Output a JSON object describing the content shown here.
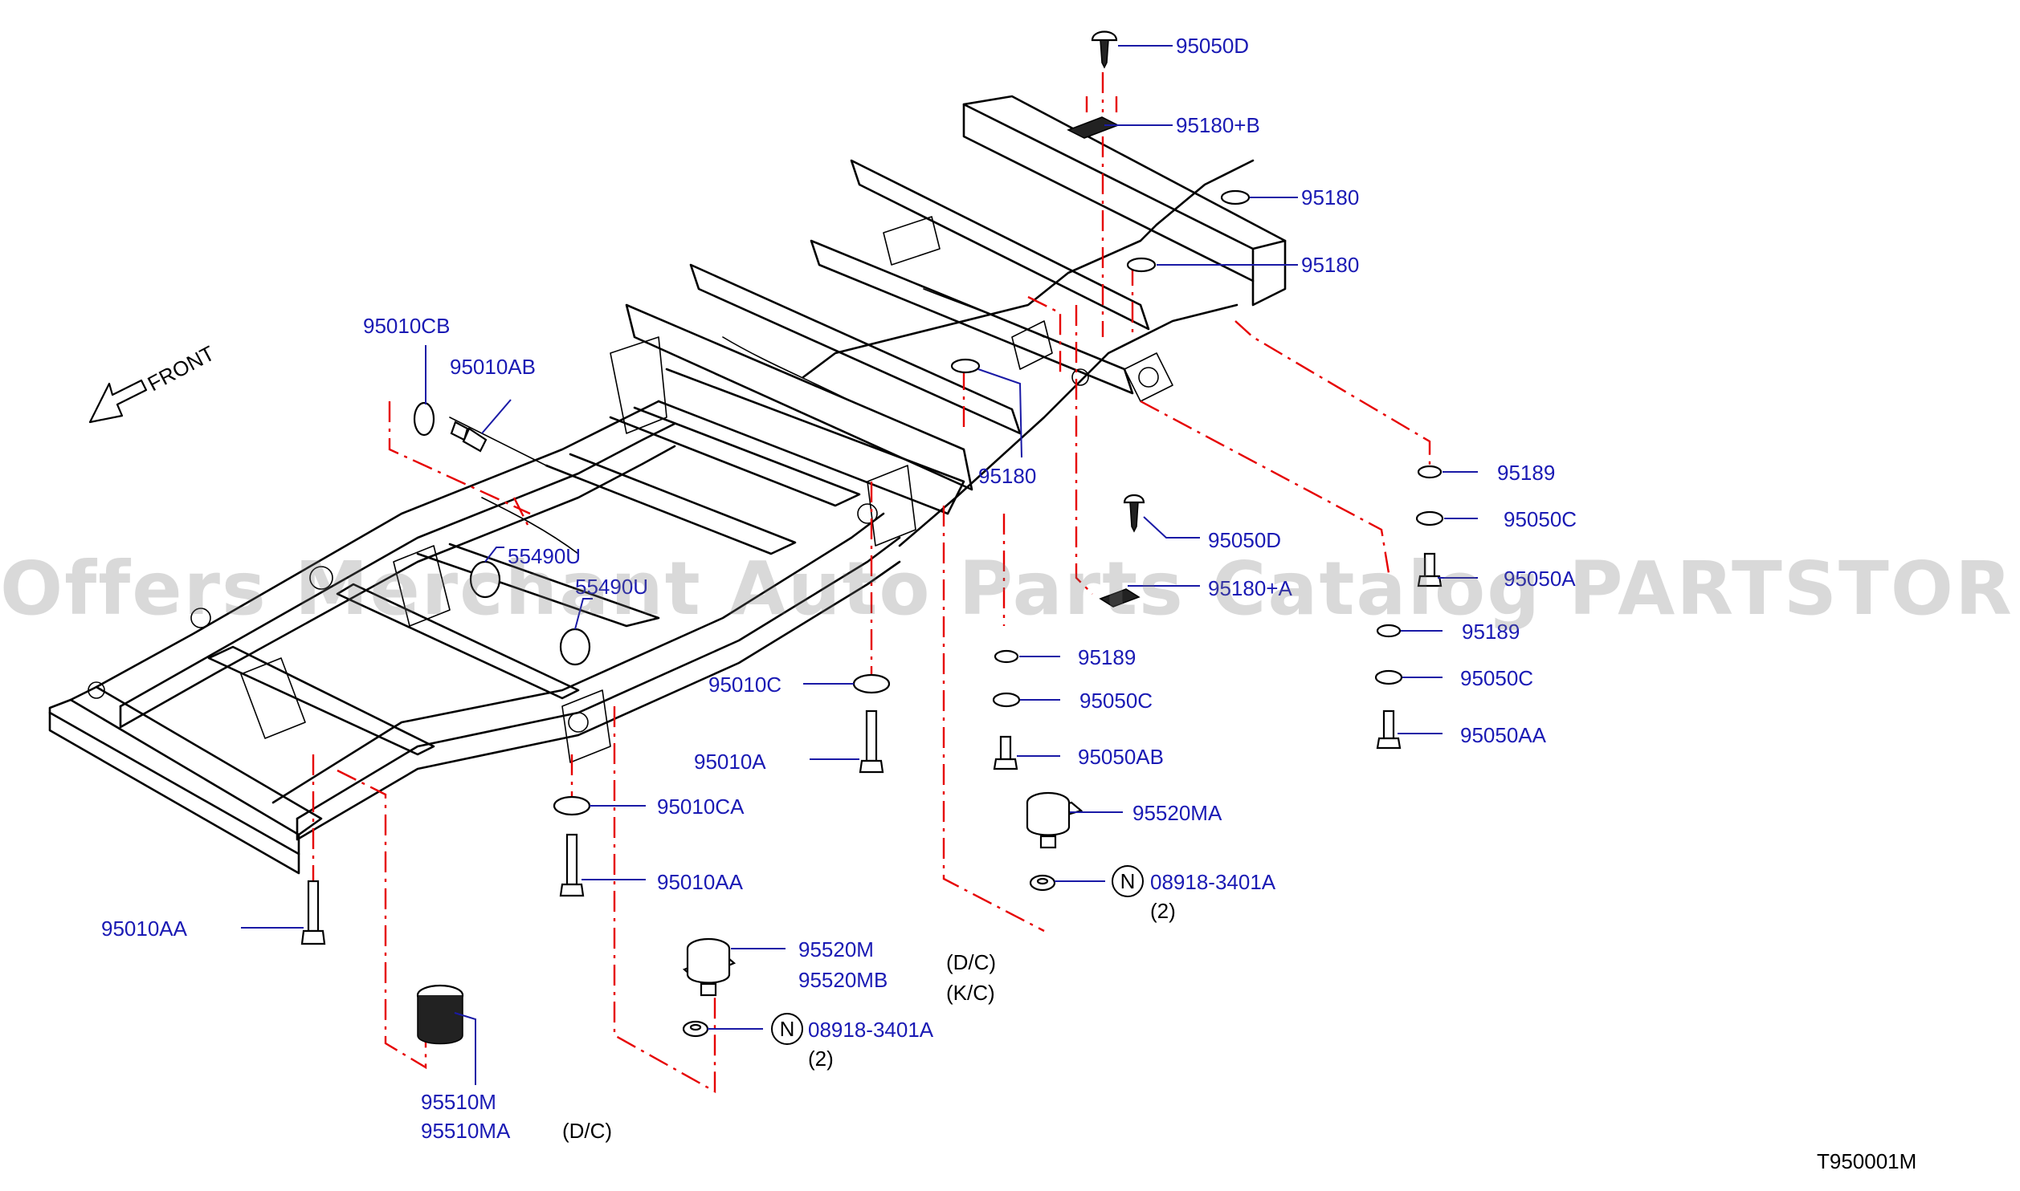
{
  "colors": {
    "part_label": "#1a1ab4",
    "leader": "#1a1aa6",
    "dash_line": "#e60000",
    "drawing": "#000000"
  },
  "direction_label": "FRONT",
  "watermark": "Offers Merchant Auto Parts Catalog PARTSTORE.SA",
  "diagram_code": "T950001M",
  "parts": [
    {
      "id": "p1",
      "code": "95050D"
    },
    {
      "id": "p2",
      "code": "95180+B"
    },
    {
      "id": "p3",
      "code": "95180"
    },
    {
      "id": "p4",
      "code": "95180"
    },
    {
      "id": "p5",
      "code": "95010CB"
    },
    {
      "id": "p6",
      "code": "95010AB"
    },
    {
      "id": "p7",
      "code": "95180"
    },
    {
      "id": "p8",
      "code": "95189"
    },
    {
      "id": "p9",
      "code": "95050C"
    },
    {
      "id": "p10",
      "code": "95050D"
    },
    {
      "id": "p11",
      "code": "55490U"
    },
    {
      "id": "p12",
      "code": "95050A"
    },
    {
      "id": "p13",
      "code": "55490U"
    },
    {
      "id": "p14",
      "code": "95180+A"
    },
    {
      "id": "p15",
      "code": "95189"
    },
    {
      "id": "p16",
      "code": "95189"
    },
    {
      "id": "p17",
      "code": "95010C"
    },
    {
      "id": "p18",
      "code": "95050C"
    },
    {
      "id": "p19",
      "code": "95050C"
    },
    {
      "id": "p20",
      "code": "95050AA"
    },
    {
      "id": "p21",
      "code": "95010A"
    },
    {
      "id": "p22",
      "code": "95050AB"
    },
    {
      "id": "p23",
      "code": "95010CA"
    },
    {
      "id": "p24",
      "code": "95520MA"
    },
    {
      "id": "p25",
      "code": "08918-3401A"
    },
    {
      "id": "p26",
      "code": "95010AA"
    },
    {
      "id": "p27",
      "code": "95010AA"
    },
    {
      "id": "p28",
      "code": "95520M"
    },
    {
      "id": "p29",
      "code": "95520MB"
    },
    {
      "id": "p30",
      "code": "08918-3401A"
    },
    {
      "id": "p31",
      "code": "95510M"
    },
    {
      "id": "p32",
      "code": "95510MA"
    }
  ],
  "notes": [
    {
      "id": "n1",
      "text": "(2)"
    },
    {
      "id": "n2",
      "text": "(D/C)"
    },
    {
      "id": "n3",
      "text": "(K/C)"
    },
    {
      "id": "n4",
      "text": "(2)"
    },
    {
      "id": "n5",
      "text": "(D/C)"
    }
  ],
  "circle_marks": [
    {
      "id": "c1",
      "text": "N"
    },
    {
      "id": "c2",
      "text": "N"
    }
  ]
}
